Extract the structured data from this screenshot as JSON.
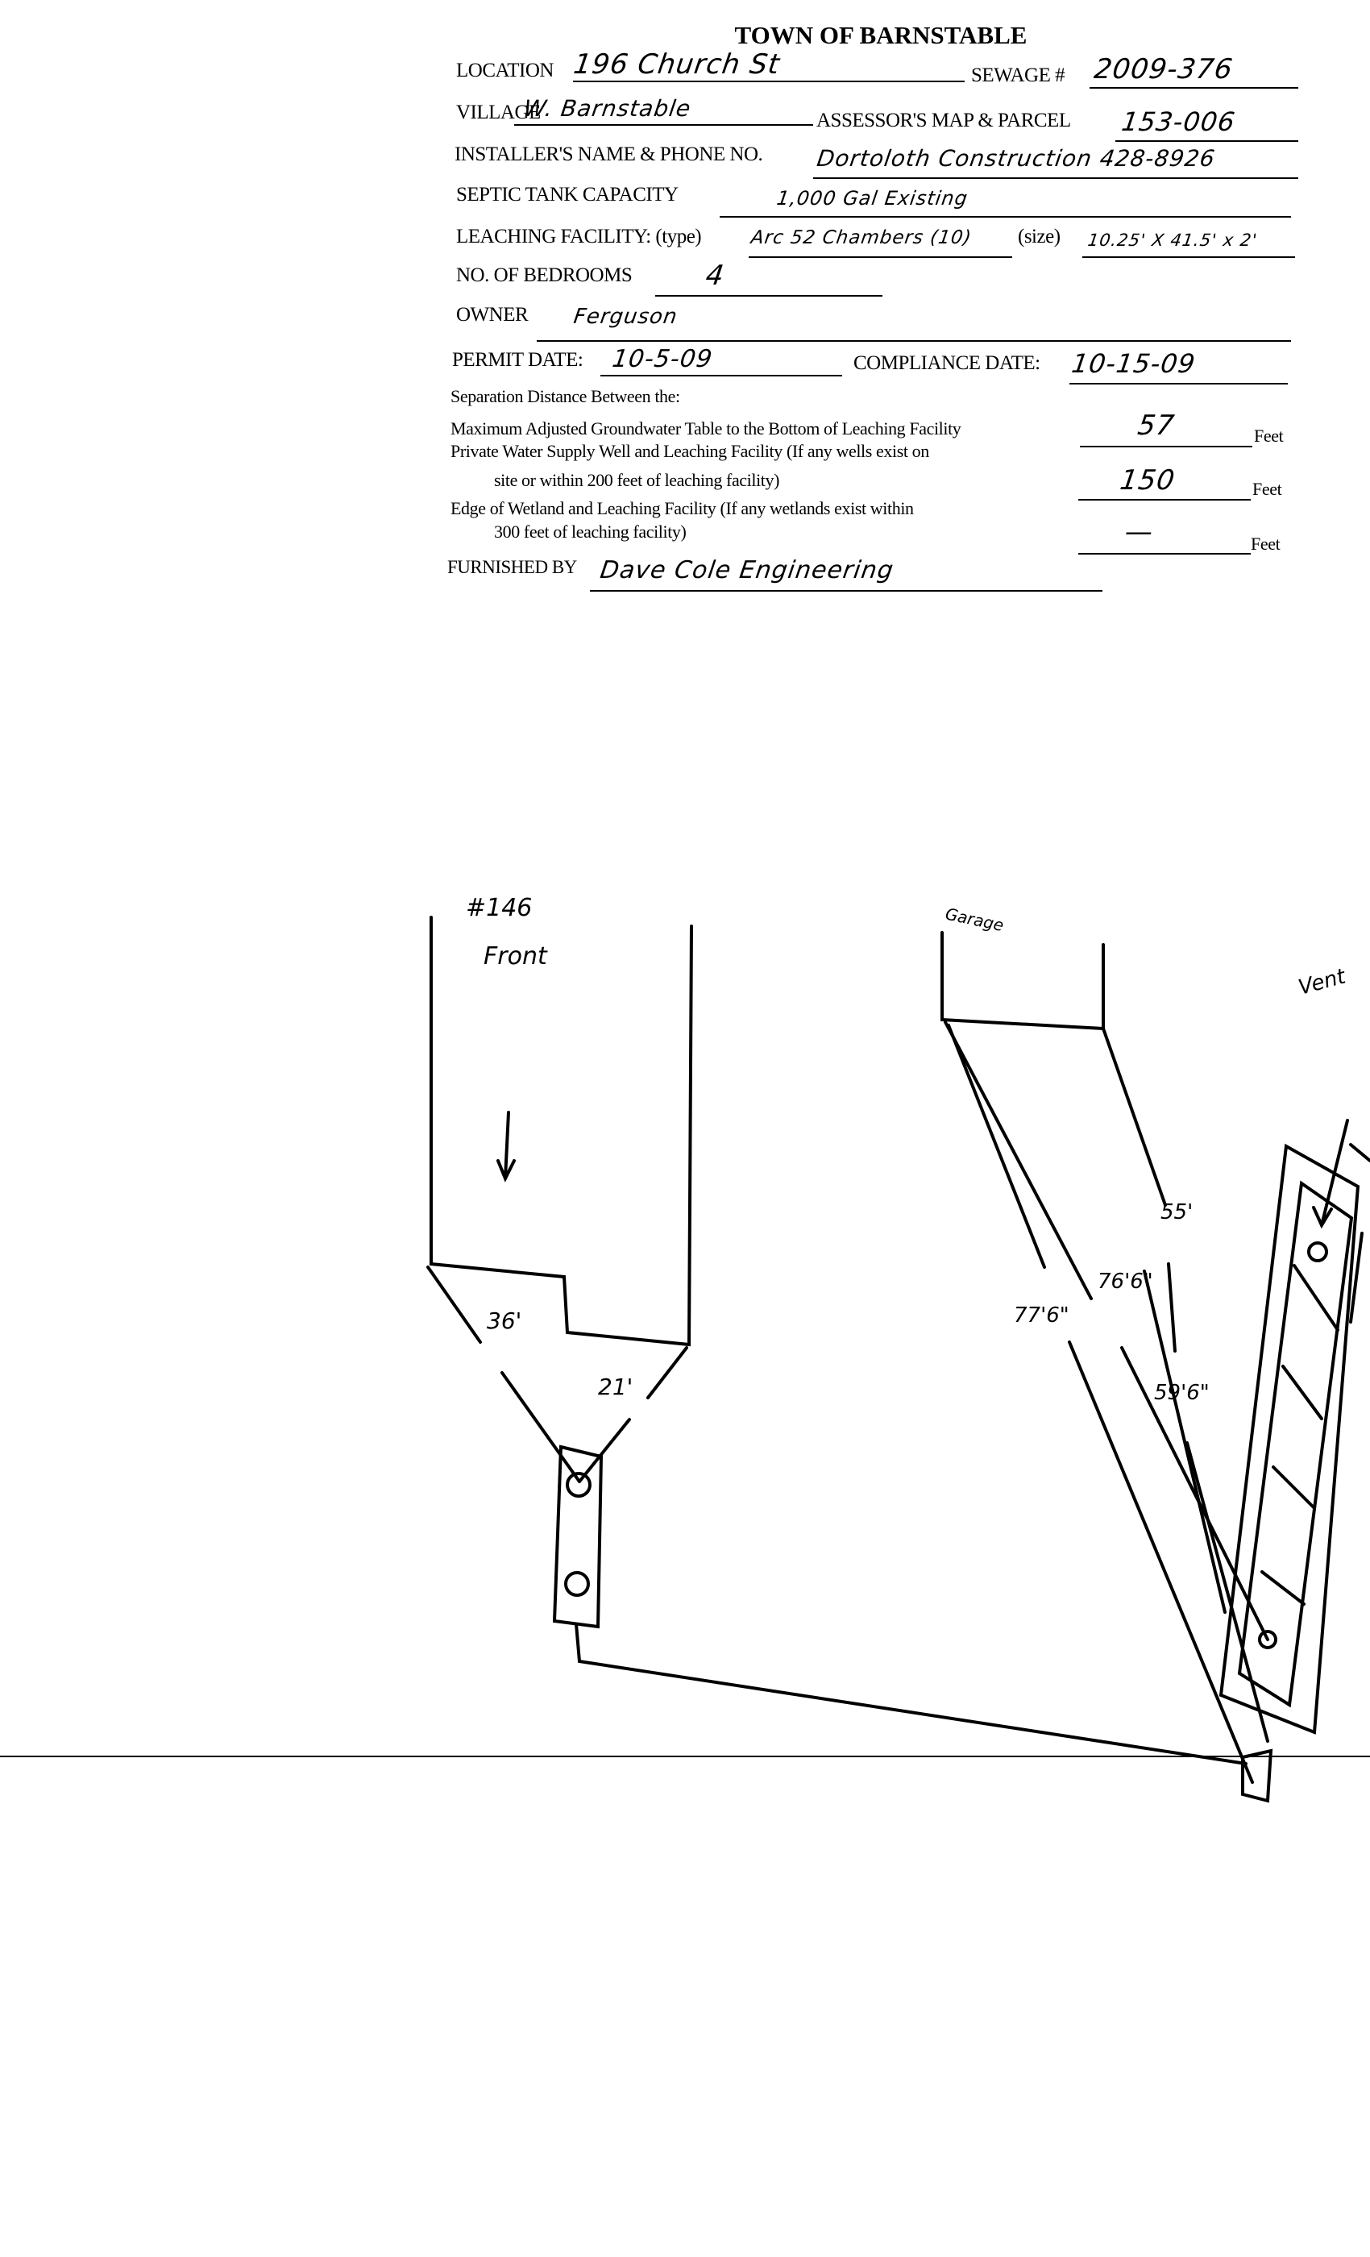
{
  "title": "TOWN OF BARNSTABLE",
  "form": {
    "location": {
      "label": "LOCATION",
      "value": "196 Church St"
    },
    "sewage": {
      "label": "SEWAGE #",
      "value": "2009-376"
    },
    "village": {
      "label": "VILLAGE",
      "value": "W. Barnstable"
    },
    "assessor": {
      "label": "ASSESSOR'S MAP & PARCEL",
      "value": "153-006"
    },
    "installer": {
      "label": "INSTALLER'S NAME & PHONE NO.",
      "value": "Dortoloth Construction  428-8926"
    },
    "septic": {
      "label": "SEPTIC TANK CAPACITY",
      "value": "1,000 Gal Existing"
    },
    "leaching": {
      "label": "LEACHING FACILITY: (type)",
      "value": "Arc 52 Chambers (10)",
      "size_label": "(size)",
      "size_value": "10.25' X 41.5' x 2'"
    },
    "bedrooms": {
      "label": "NO. OF BEDROOMS",
      "value": "4"
    },
    "owner": {
      "label": "OWNER",
      "value": "Ferguson"
    },
    "permit_date": {
      "label": "PERMIT DATE:",
      "value": "10-5-09"
    },
    "compliance_date": {
      "label": "COMPLIANCE DATE:",
      "value": "10-15-09"
    }
  },
  "separation": {
    "heading": "Separation Distance Between the:",
    "rows": [
      {
        "line1": "Maximum Adjusted Groundwater Table to the Bottom of Leaching Facility",
        "line2": "",
        "value": "57",
        "unit": "Feet"
      },
      {
        "line1": "Private Water Supply Well and Leaching Facility (If any wells exist on",
        "line2": "site or within 200 feet of leaching facility)",
        "value": "150",
        "unit": "Feet"
      },
      {
        "line1": "Edge of Wetland and Leaching Facility (If any wetlands exist within",
        "line2": "300 feet of leaching facility)",
        "value": "—",
        "unit": "Feet"
      }
    ]
  },
  "furnished_by": {
    "label": "FURNISHED BY",
    "value": "Dave Cole Engineering"
  },
  "sketch": {
    "house_label": "#146",
    "front_label": "Front",
    "garage_label": "Garage",
    "vent_label": "Vent",
    "dims": [
      "36'",
      "21'",
      "77'6\"",
      "76'6\"",
      "55'",
      "59'6\""
    ]
  }
}
